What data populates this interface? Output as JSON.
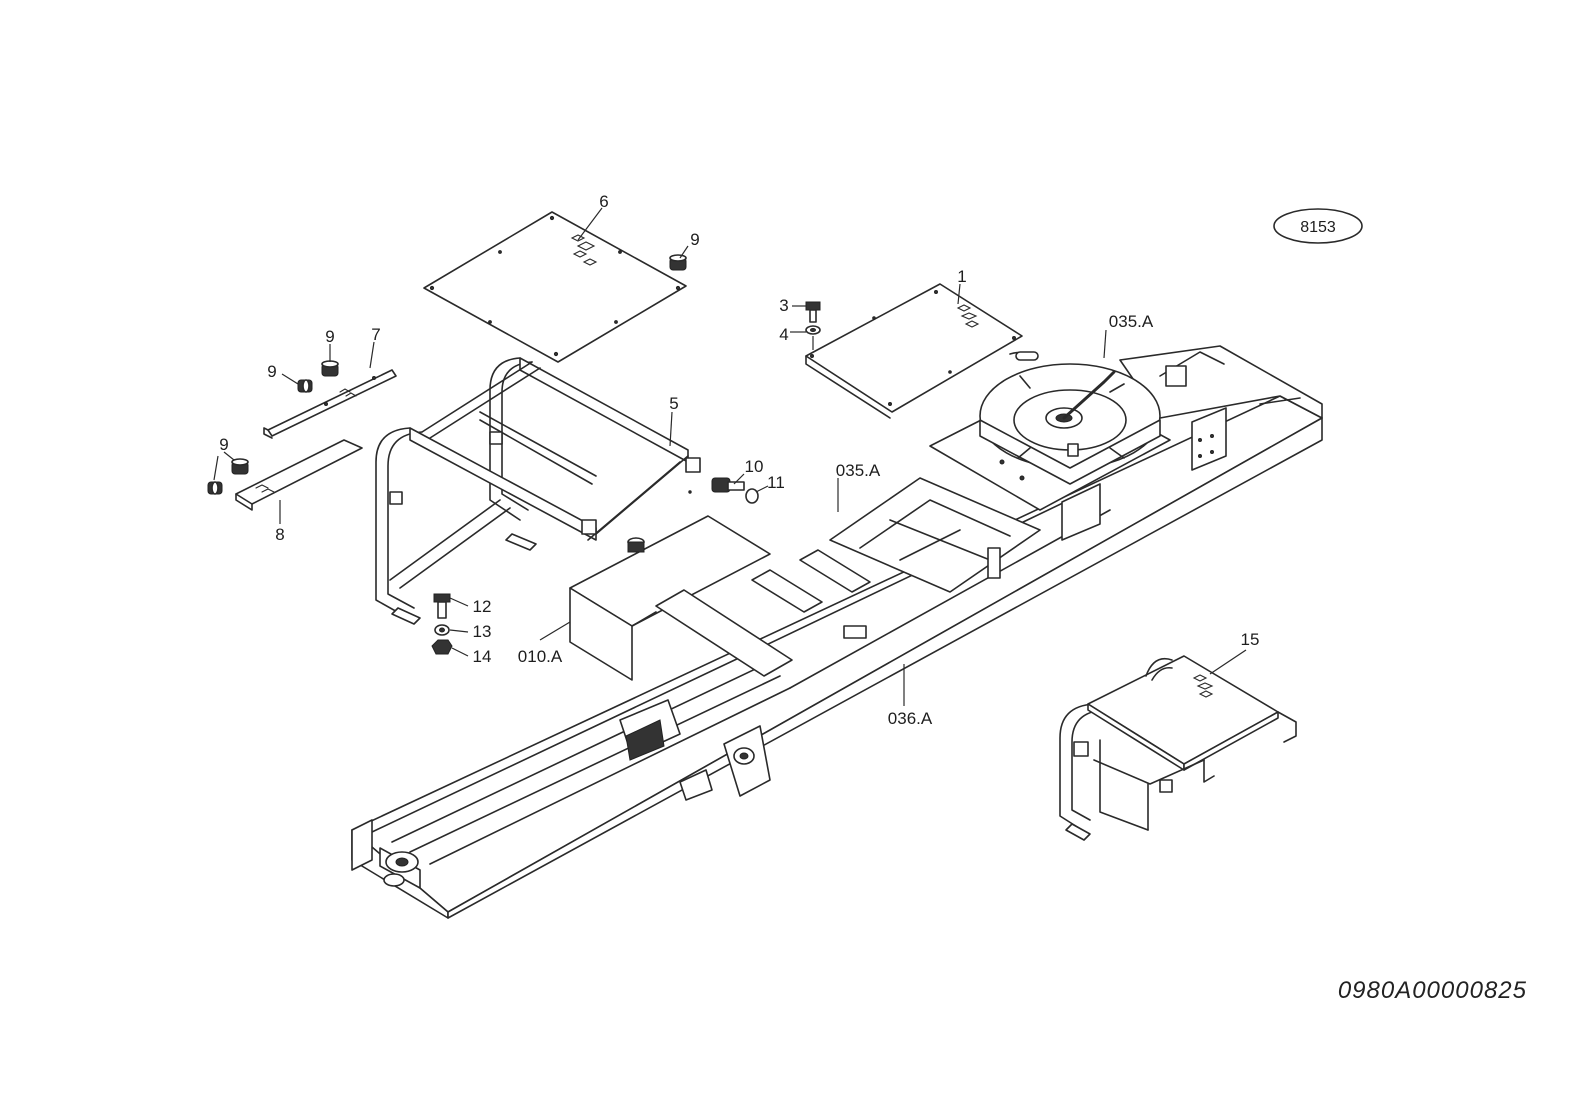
{
  "badge": "8153",
  "document_number": "0980A00000825",
  "callouts": {
    "c1": "1",
    "c3": "3",
    "c4": "4",
    "c5": "5",
    "c6": "6",
    "c7": "7",
    "c8": "8",
    "c9a": "9",
    "c9b": "9",
    "c9c": "9",
    "c9d": "9",
    "c10": "10",
    "c11": "11",
    "c12": "12",
    "c13": "13",
    "c14": "14",
    "c15": "15",
    "c035a_1": "035.A",
    "c035a_2": "035.A",
    "c010a": "010.A",
    "c036a": "036.A"
  }
}
